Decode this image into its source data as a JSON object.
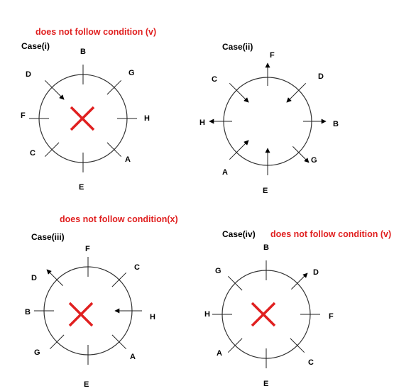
{
  "diagrams": [
    {
      "case_label": "Case(i)",
      "note": "does not follow condition (v)",
      "crossed": true,
      "labels": {
        "B": "B",
        "G": "G",
        "D": "D",
        "F": "F",
        "H": "H",
        "C": "C",
        "A": "A",
        "E": "E"
      },
      "arrows": {
        "D": "inward",
        "B": "none",
        "G": "none",
        "F": "none",
        "H": "none",
        "C": "none",
        "A": "none",
        "E": "none"
      }
    },
    {
      "case_label": "Case(ii)",
      "note": "",
      "crossed": false,
      "labels": {
        "F": "F",
        "C": "C",
        "D": "D",
        "H": "H",
        "B": "B",
        "A": "A",
        "G": "G",
        "E": "E"
      },
      "arrows": {
        "F": "outward",
        "C": "inward",
        "D": "inward",
        "H": "outward",
        "B": "outward",
        "A": "inward",
        "G": "outward",
        "E": "inward"
      }
    },
    {
      "case_label": "Case(iii)",
      "note": "does not follow condition(x)",
      "crossed": true,
      "labels": {
        "F": "F",
        "C": "C",
        "D": "D",
        "B": "B",
        "H": "H",
        "G": "G",
        "A": "A",
        "E": "E"
      },
      "arrows": {
        "D": "outward",
        "H": "inward",
        "F": "none",
        "C": "none",
        "B": "none",
        "G": "none",
        "A": "none",
        "E": "none"
      }
    },
    {
      "case_label": "Case(iv)",
      "note": "does not follow condition (v)",
      "crossed": true,
      "labels": {
        "B": "B",
        "G": "G",
        "D": "D",
        "H": "H",
        "F": "F",
        "A": "A",
        "C": "C",
        "E": "E"
      },
      "arrows": {
        "D": "outward",
        "B": "none",
        "G": "none",
        "H": "none",
        "F": "none",
        "A": "none",
        "C": "none",
        "E": "none"
      }
    }
  ]
}
